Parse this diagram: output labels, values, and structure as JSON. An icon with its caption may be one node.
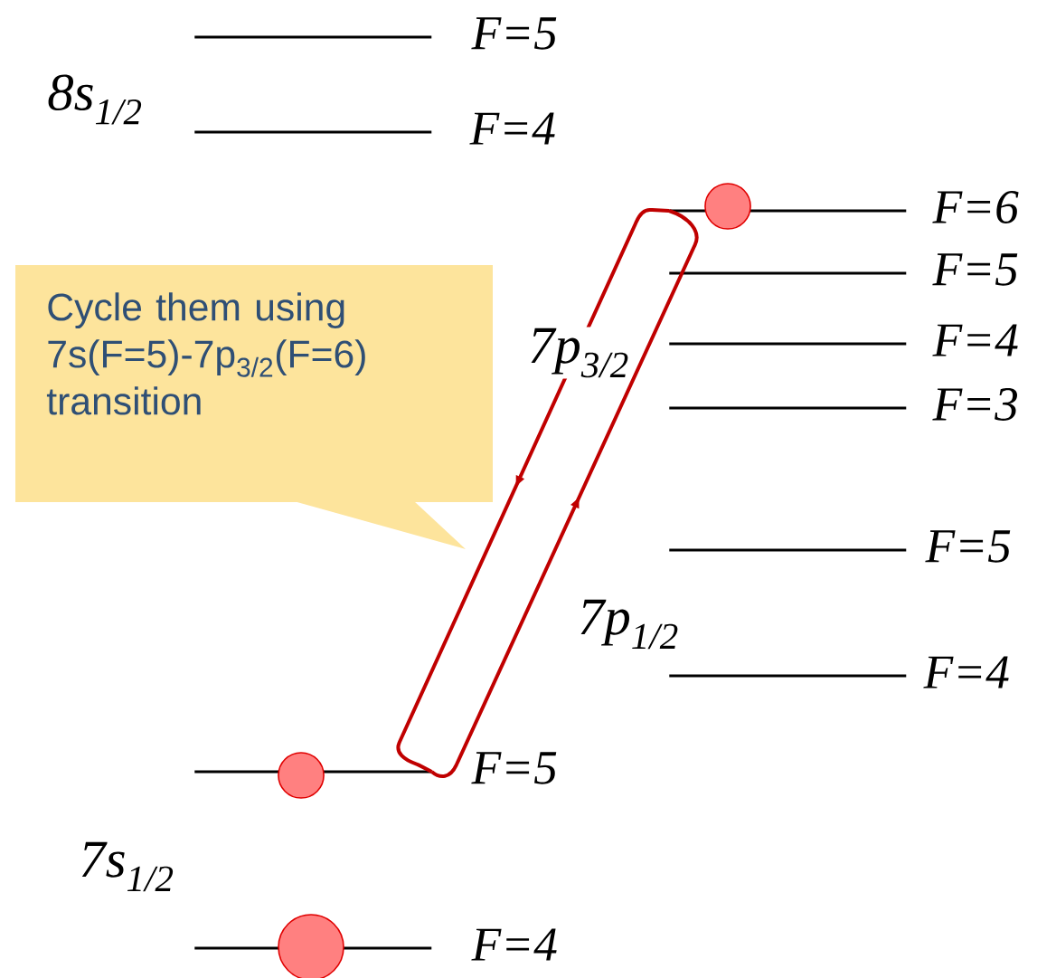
{
  "diagram": {
    "nodes": [
      {
        "text": [],
        "shape": "bar",
        "beside": [
          "F=5"
        ]
      },
      {
        "text": [],
        "shape": "bar",
        "beside": [
          "F=4"
        ]
      },
      {
        "text": [],
        "shape": "bar",
        "beside": [
          "F=6"
        ]
      },
      {
        "text": [],
        "shape": "bar",
        "beside": [
          "F=5"
        ]
      },
      {
        "text": [],
        "shape": "bar",
        "beside": [
          "F=4"
        ]
      },
      {
        "text": [],
        "shape": "bar",
        "beside": [
          "F=3"
        ]
      },
      {
        "text": [
          "Cycle them using 7s(F=5)-7p$_{3/2}$(F=6) transition"
        ]
      },
      {
        "text": [],
        "shape": "bar",
        "beside": [
          "F=5"
        ]
      },
      {
        "text": [],
        "shape": "bar",
        "beside": [
          "F=4"
        ]
      },
      {
        "text": [],
        "shape": "bar",
        "beside": [
          "F=5"
        ]
      },
      {
        "text": [],
        "shape": "bar",
        "beside": [
          "F=4"
        ]
      }
    ],
    "edges": [
      {
        "from": 9,
        "to": 2,
        "arrow": "to"
      },
      {
        "from": 2,
        "to": 9,
        "arrow": "to"
      }
    ],
    "labels": [
      "8s$_{1/2}$",
      "7p$_{3/2}$",
      "7p$_{1/2}$",
      "7s$_{1/2}$"
    ]
  }
}
